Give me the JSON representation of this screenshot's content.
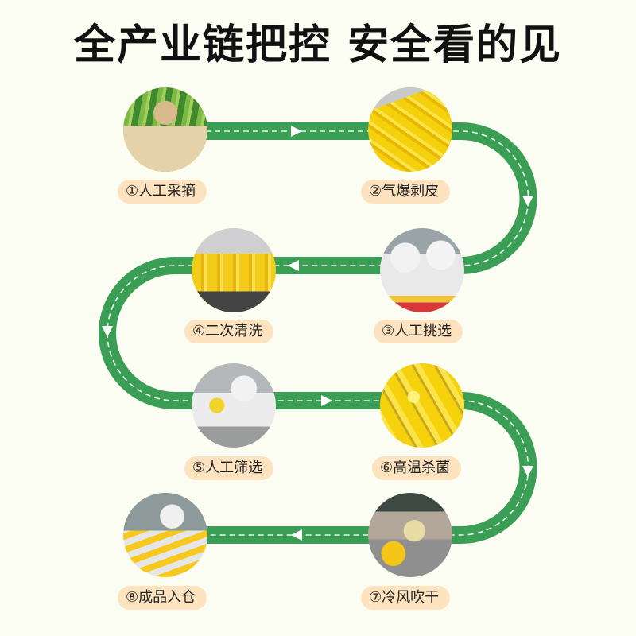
{
  "title": "全产业链把控 安全看的见",
  "colors": {
    "background": "#fbfdf3",
    "track": "#3a9e55",
    "dash": "#ffffff",
    "pill": "#fde3bf",
    "title_text": "#111111"
  },
  "steps": [
    {
      "num": "①",
      "label": "①人工采摘",
      "photo": "farmer-in-corn-field"
    },
    {
      "num": "②",
      "label": "②气爆剥皮",
      "photo": "peeled-corn-cobs-on-machine"
    },
    {
      "num": "③",
      "label": "③人工挑选",
      "photo": "workers-sorting-corn"
    },
    {
      "num": "④",
      "label": "④二次清洗",
      "photo": "corn-on-washing-conveyor"
    },
    {
      "num": "⑤",
      "label": "⑤人工筛选",
      "photo": "worker-inspecting-corn"
    },
    {
      "num": "⑥",
      "label": "⑥高温杀菌",
      "photo": "corn-in-boiling-water"
    },
    {
      "num": "⑦",
      "label": "⑦冷风吹干",
      "photo": "gloved-hand-drying-corn"
    },
    {
      "num": "⑧",
      "label": "⑧成品入仓",
      "photo": "packaged-corn-on-line"
    }
  ],
  "flow_direction": [
    "right",
    "down",
    "left",
    "down",
    "right",
    "down",
    "left"
  ]
}
